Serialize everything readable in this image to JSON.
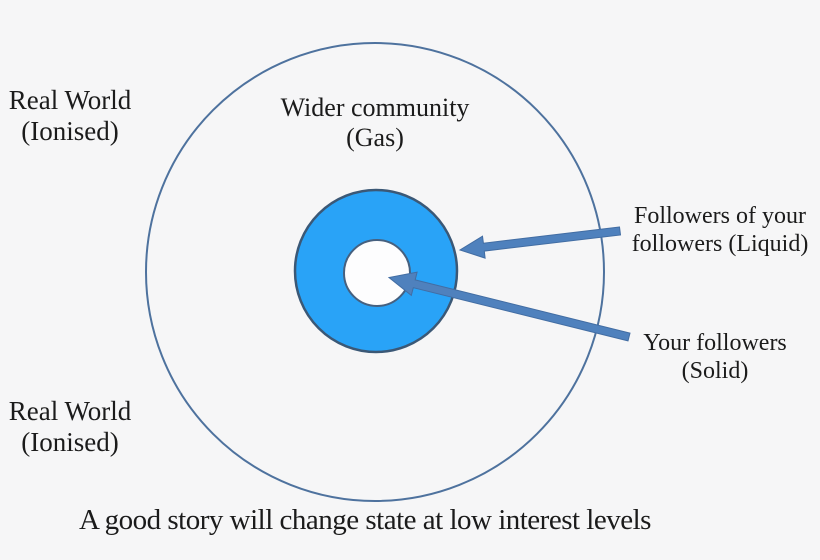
{
  "colors": {
    "background": "#f6f6f7",
    "outer_circle_stroke": "#4e729e",
    "blue_circle_fill": "#29a3f7",
    "blue_circle_stroke": "#3b5876",
    "inner_circle_fill": "#fdfdfe",
    "inner_circle_stroke": "#46607f",
    "arrow_fill": "#4f81bd",
    "arrow_stroke": "#426da3",
    "text": "#1b1b1b"
  },
  "labels": {
    "real_world_top": {
      "line1": "Real World",
      "line2": "(Ionised)"
    },
    "real_world_bottom": {
      "line1": "Real World",
      "line2": "(Ionised)"
    },
    "wider_community": {
      "line1": "Wider community",
      "line2": "(Gas)"
    },
    "followers_of_followers": {
      "line1": "Followers of your",
      "line2": "followers (Liquid)"
    },
    "your_followers": {
      "line1": "Your followers",
      "line2": "(Solid)"
    }
  },
  "caption": "A good story will change state at low interest levels"
}
